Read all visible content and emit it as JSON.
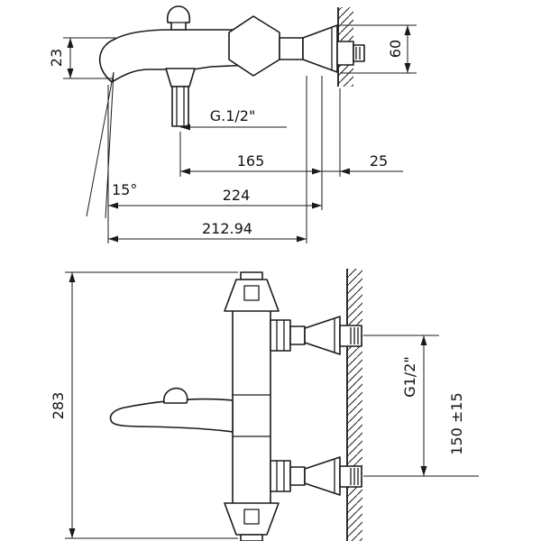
{
  "drawing": {
    "top_view": {
      "spout_tip_height": "23",
      "escutcheon_diameter": "60",
      "hose_thread": "G.1/2\"",
      "spout_to_wall_center": "165",
      "wall_offset": "25",
      "overall_projection": "224",
      "spout_angle": "15°",
      "projection_alt": "212.94"
    },
    "front_view": {
      "overall_length": "283",
      "inlet_thread": "G1/2\"",
      "inlet_centers": "150 ±15"
    }
  }
}
